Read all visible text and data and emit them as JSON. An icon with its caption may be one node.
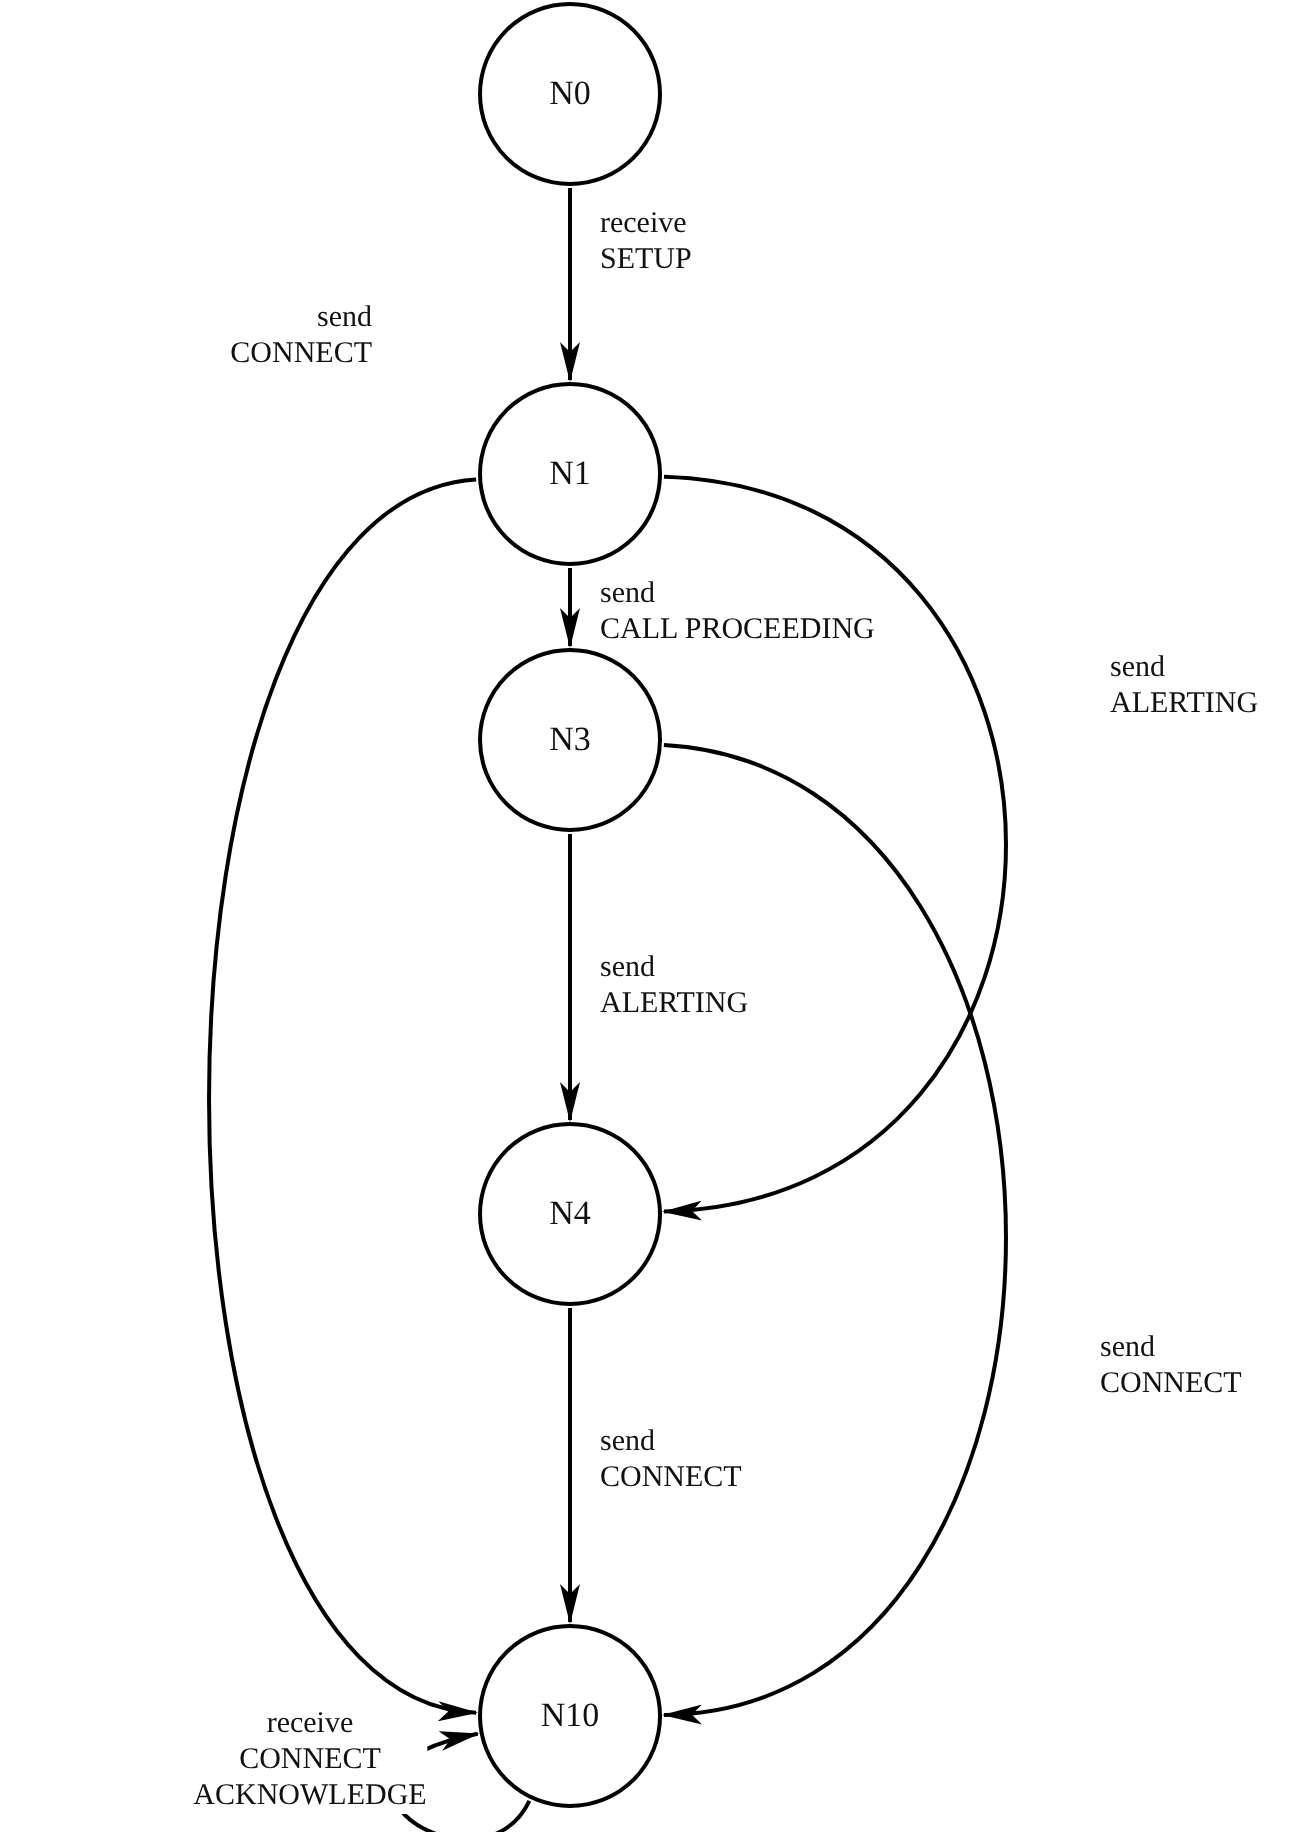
{
  "diagram": {
    "nodes": [
      {
        "text": [
          "N0"
        ]
      },
      {
        "text": [
          "N1"
        ]
      },
      {
        "text": [
          "N3"
        ]
      },
      {
        "text": [
          "N4"
        ]
      },
      {
        "text": [
          "N10"
        ]
      }
    ],
    "edges": [
      {
        "from": 0,
        "to": 1,
        "arrow": "to",
        "label": "receive SETUP"
      },
      {
        "from": 1,
        "to": 4,
        "arrow": "to",
        "label": "send CONNECT"
      },
      {
        "from": 1,
        "to": 2,
        "arrow": "to",
        "label": "send CALL PROCEEDING"
      },
      {
        "from": 1,
        "to": 3,
        "arrow": "to",
        "label": "send ALERTING"
      },
      {
        "from": 2,
        "to": 3,
        "arrow": "to",
        "label": "send ALERTING"
      },
      {
        "from": 2,
        "to": 4,
        "arrow": "to",
        "label": "send CONNECT"
      },
      {
        "from": 3,
        "to": 4,
        "arrow": "to",
        "label": "send CONNECT"
      },
      {
        "from": 4,
        "to": 4,
        "arrow": "to",
        "label": "receive CONNECT ACKNOWLEDGE"
      }
    ]
  }
}
